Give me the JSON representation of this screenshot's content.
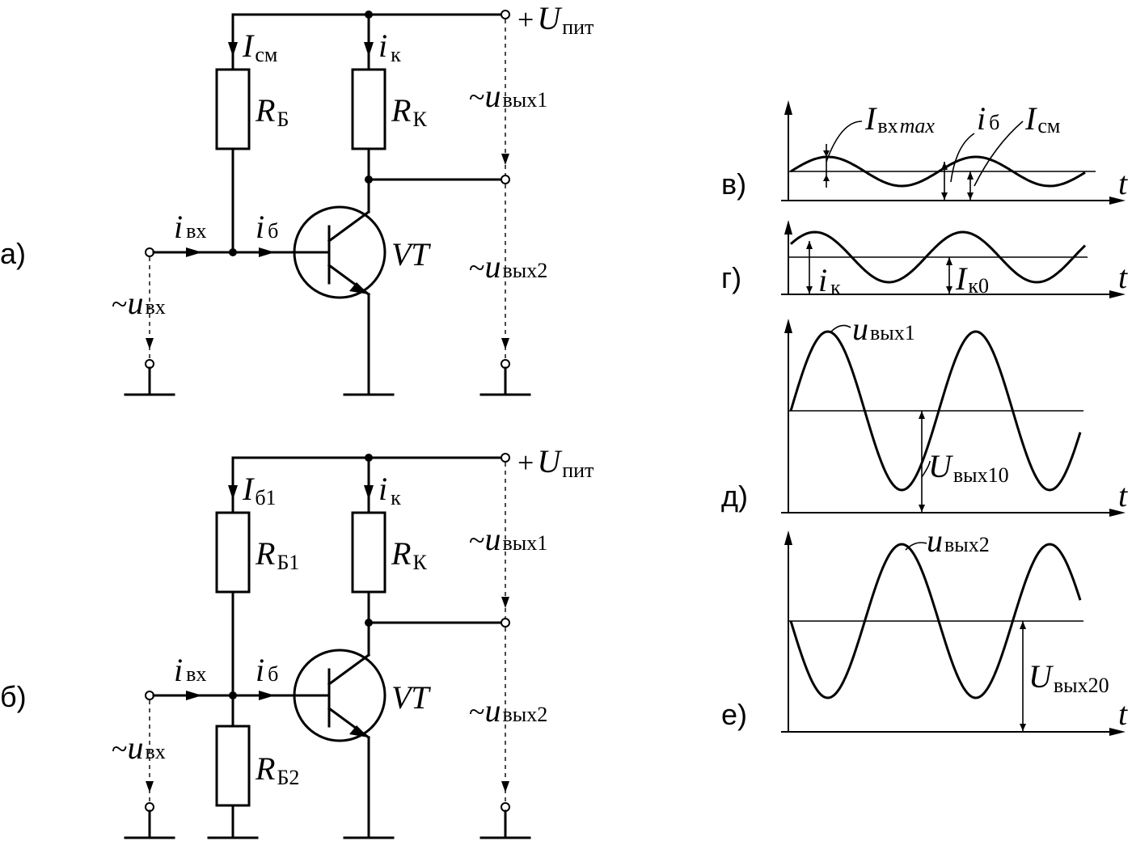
{
  "circuit_a": {
    "tag": "а)",
    "supply": {
      "sign": "+",
      "sym": "U",
      "sub": "пит"
    },
    "i_bias": {
      "sym": "I",
      "sub": "см"
    },
    "i_k": {
      "sym": "i",
      "sub": "к"
    },
    "r_b": {
      "sym": "R",
      "sub": "Б"
    },
    "r_k": {
      "sym": "R",
      "sub": "К"
    },
    "i_in": {
      "sym": "i",
      "sub": "вх"
    },
    "i_b": {
      "sym": "i",
      "sub": "б"
    },
    "transistor": "VT",
    "u_in": {
      "tilde": "~",
      "sym": "u",
      "sub": "вх"
    },
    "u_out1": {
      "tilde": "~",
      "sym": "u",
      "sub": "вых1"
    },
    "u_out2": {
      "tilde": "~",
      "sym": "u",
      "sub": "вых2"
    }
  },
  "circuit_b": {
    "tag": "б)",
    "supply": {
      "sign": "+",
      "sym": "U",
      "sub": "пит"
    },
    "i_b1": {
      "sym": "I",
      "sub": "б1"
    },
    "i_k": {
      "sym": "i",
      "sub": "к"
    },
    "r_b1": {
      "sym": "R",
      "sub": "Б1"
    },
    "r_b2": {
      "sym": "R",
      "sub": "Б2"
    },
    "r_k": {
      "sym": "R",
      "sub": "К"
    },
    "i_in": {
      "sym": "i",
      "sub": "вх"
    },
    "i_b": {
      "sym": "i",
      "sub": "б"
    },
    "transistor": "VT",
    "u_in": {
      "tilde": "~",
      "sym": "u",
      "sub": "вх"
    },
    "u_out1": {
      "tilde": "~",
      "sym": "u",
      "sub": "вых1"
    },
    "u_out2": {
      "tilde": "~",
      "sym": "u",
      "sub": "вых2"
    }
  },
  "graphs": {
    "v": {
      "tag": "в)",
      "axis": "t",
      "i_in_max": {
        "sym": "I",
        "sub": "вх",
        "subi": "max"
      },
      "i_b": {
        "sym": "i",
        "sub": "б"
      },
      "i_bias": {
        "sym": "I",
        "sub": "см"
      }
    },
    "g": {
      "tag": "г)",
      "axis": "t",
      "i_k": {
        "sym": "i",
        "sub": "к"
      },
      "i_k0": {
        "sym": "I",
        "sub": "к0"
      }
    },
    "d": {
      "tag": "д)",
      "axis": "t",
      "u_out1": {
        "sym": "u",
        "sub": "вых1"
      },
      "u_out10": {
        "sym": "U",
        "sub": "вых10"
      }
    },
    "e": {
      "tag": "е)",
      "axis": "t",
      "u_out2": {
        "sym": "u",
        "sub": "вых2"
      },
      "u_out20": {
        "sym": "U",
        "sub": "вых20"
      }
    }
  }
}
